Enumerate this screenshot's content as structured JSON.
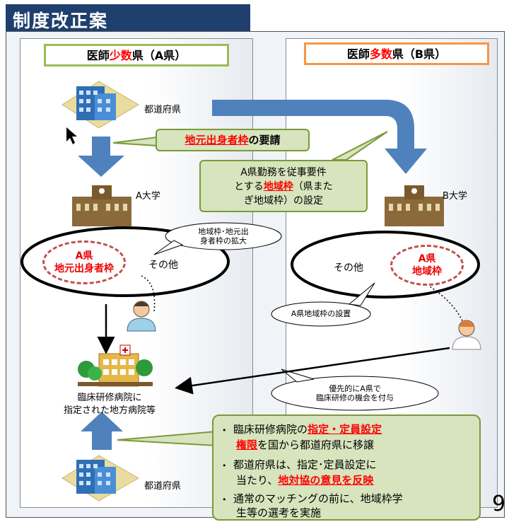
{
  "title": "制度改正案",
  "pref_a": {
    "pre": "医師",
    "hl": "少数",
    "post": "県（A県）"
  },
  "pref_b": {
    "pre": "医師",
    "hl": "多数",
    "post": "県（B県）"
  },
  "prefecture_label": "都道府県",
  "request_callout": {
    "hl": "地元出身者枠",
    "post": "の要請"
  },
  "quota_callout": {
    "line1": "A県勤務を従事要件",
    "line2_pre": "とする",
    "line2_hl": "地域枠",
    "line2_post": "（県また",
    "line3": "ぎ地域枠）の設定"
  },
  "univ_a": "A大学",
  "univ_b": "B大学",
  "expand_bubble": {
    "line1": "地域枠･地元出",
    "line2": "身者枠の拡大"
  },
  "local_quota": {
    "line1": "A県",
    "line2": "地元出身者枠"
  },
  "other": "その他",
  "regional_quota": {
    "line1": "A県",
    "line2": "地域枠"
  },
  "setup_bubble": "A県地域枠の設置",
  "priority_bubble": {
    "line1": "優先的にA県で",
    "line2": "臨床研修の機会を付与"
  },
  "hospital": {
    "line1": "臨床研修病院に",
    "line2": "指定された地方病院等"
  },
  "bottom_bullets": {
    "b1_pre": "臨床研修病院の",
    "b1_hl1": "指定・定員設定",
    "b1_hl2": "権限",
    "b1_post": "を国から都道府県に移譲",
    "b2_line1": "都道府県は、指定･定員設定に",
    "b2_pre": "当たり、",
    "b2_hl": "地対協の意見を反映",
    "b3_line1": "通常のマッチングの前に、地域枠学",
    "b3_line2": "生等の選考を実施"
  },
  "page_number": "9",
  "colors": {
    "title_bg": "#1f3f6e",
    "arrow_blue": "#4f81bd",
    "green_border": "#9bbb59",
    "orange_border": "#f79646",
    "highlight_red": "#ff0000",
    "callout_green": "#d7e4bd"
  }
}
